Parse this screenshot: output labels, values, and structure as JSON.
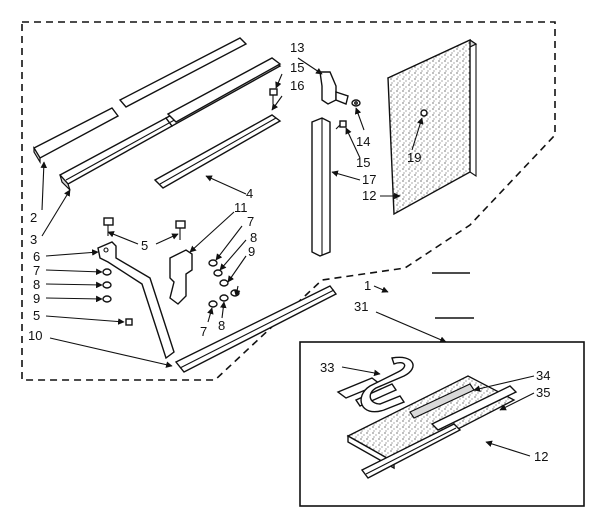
{
  "callouts": {
    "c1": "1",
    "c2": "2",
    "c3": "3",
    "c4": "4",
    "c5a": "5",
    "c5b": "5",
    "c6": "6",
    "c7a": "7",
    "c7b": "7",
    "c7c": "7",
    "c8a": "8",
    "c8b": "8",
    "c8c": "8",
    "c9a": "9",
    "c9b": "9",
    "c10": "10",
    "c11": "11",
    "c12a": "12",
    "c12b": "12",
    "c13": "13",
    "c14": "14",
    "c15a": "15",
    "c15b": "15",
    "c16": "16",
    "c17": "17",
    "c19": "19",
    "c31": "31",
    "c33": "33",
    "c34": "34",
    "c35": "35"
  }
}
